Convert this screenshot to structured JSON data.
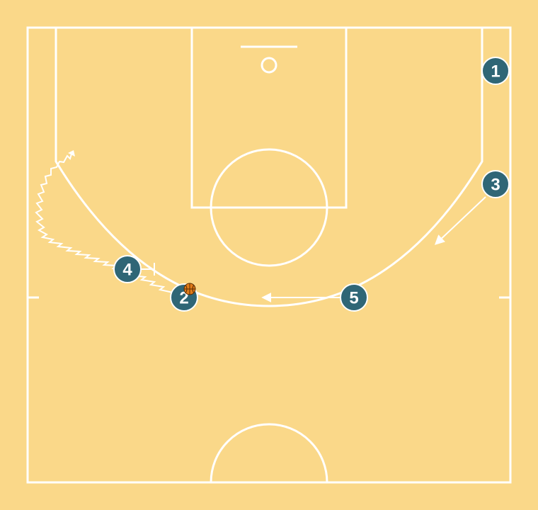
{
  "colors": {
    "court_background": "#fad889",
    "court_lines": "#ffffff",
    "player_fill": "#2f6676",
    "player_text": "#ffffff",
    "ball": "#e07b1a"
  },
  "players": [
    {
      "id": "player-1",
      "label": "1",
      "has_ball": false
    },
    {
      "id": "player-2",
      "label": "2",
      "has_ball": true
    },
    {
      "id": "player-3",
      "label": "3",
      "has_ball": false
    },
    {
      "id": "player-4",
      "label": "4",
      "has_ball": false
    },
    {
      "id": "player-5",
      "label": "5",
      "has_ball": false
    }
  ],
  "actions": [
    {
      "type": "dribble",
      "player": "2"
    },
    {
      "type": "cut",
      "player": "3"
    },
    {
      "type": "cut",
      "player": "5"
    },
    {
      "type": "screen",
      "player": "4"
    }
  ],
  "icons": {
    "ball": "basketball-icon"
  }
}
